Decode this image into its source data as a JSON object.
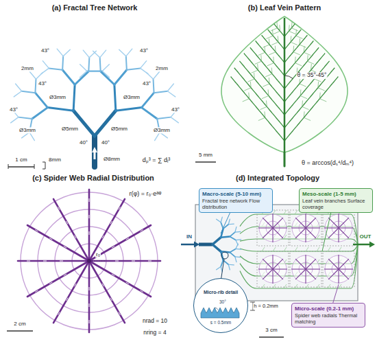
{
  "diagram": {
    "nodes": [
      {
        "text": [
          "Macro-scale (5-10 mm)",
          "Fractal tree network Flow distribution"
        ]
      },
      {
        "text": [
          "Meso-scale (1-5 mm)",
          "Leaf vein branches Surface coverage"
        ]
      },
      {
        "text": [
          "Micro-rib detail",
          "30°",
          "s = 0.5mm"
        ]
      },
      {
        "text": [
          "Micro-scale (0.2-1 mm)",
          "Spider web radials Thermal matching"
        ]
      }
    ],
    "labels": [
      "(a) Fractal Tree Network",
      "43°",
      "43°",
      "43°",
      "43°",
      "43°",
      "43°",
      "2mm",
      "2mm",
      "Ø3mm",
      "Ø3mm",
      "Ø3mm",
      "Ø3mm",
      "Ø5mm",
      "Ø5mm",
      "40°",
      "40°",
      "Ø8mm",
      "1 cm",
      "8mm",
      "dₚ³ = ∑ dᵢ³",
      "(b) Leaf Vein Pattern",
      "θ = 35°-45°",
      "5 mm",
      "θ = arccos(dₛ⁴/dₘ⁴)",
      "(c) Spider Web Radial Distribution",
      "r(φ) = r₀·eᵃᵠ",
      "r₀",
      "2 cm",
      "nrad = 10",
      "nring = 4",
      "(d) Integrated Topology",
      "IN",
      "OUT",
      "h = 0.2mm",
      "3 cm"
    ]
  }
}
